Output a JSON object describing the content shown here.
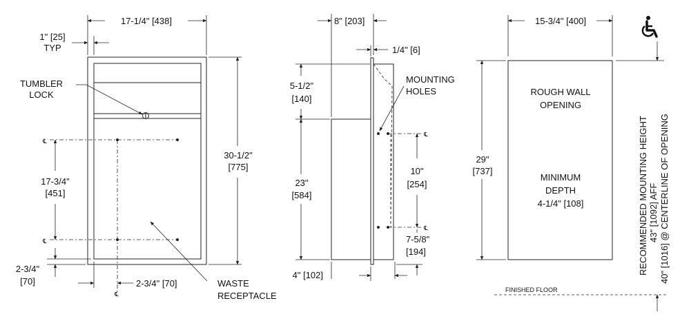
{
  "front_view": {
    "width_label": "17-1/4\" [438]",
    "flange_label_line1": "1\" [25]",
    "flange_label_line2": "TYP",
    "lock_label_line1": "TUMBLER",
    "lock_label_line2": "LOCK",
    "height_label_line1": "30-1/2\"",
    "height_label_line2": "[775]",
    "hole_spacing_line1": "17-3/4\"",
    "hole_spacing_line2": "[451]",
    "bottom_offset_line1": "2-3/4\"",
    "bottom_offset_line2": "[70]",
    "side_offset_label": "2-3/4\" [70]",
    "waste_label_line1": "WASTE",
    "waste_label_line2": "RECEPTACLE",
    "centerline_symbol": "℄"
  },
  "side_view": {
    "depth_label": "8\" [203]",
    "flange_thickness_label": "1/4\" [6]",
    "mounting_label_line1": "MOUNTING",
    "mounting_label_line2": "HOLES",
    "top_offset_line1": "5-1/2\"",
    "top_offset_line2": "[140]",
    "body_height_line1": "23\"",
    "body_height_line2": "[584]",
    "hole_spacing_line1": "10\"",
    "hole_spacing_line2": "[254]",
    "lower_offset_line1": "7-5/8\"",
    "lower_offset_line2": "[194]",
    "recess_depth_label": "4\" [102]"
  },
  "opening_view": {
    "width_label": "15-3/4\" [400]",
    "title_line1": "ROUGH WALL",
    "title_line2": "OPENING",
    "height_line1": "29\"",
    "height_line2": "[737]",
    "depth_line1": "MINIMUM",
    "depth_line2": "DEPTH",
    "depth_line3": "4-1/4\" [108]",
    "floor_label": "FINISHED FLOOR",
    "mounting_line1": "RECOMMENDED MOUNTING HEIGHT",
    "mounting_line2": "43\" [1092] AFF",
    "mounting_line3": "40\" [1016] @ CENTERLINE OF OPENING",
    "accessibility_icon": "wheelchair-icon"
  }
}
